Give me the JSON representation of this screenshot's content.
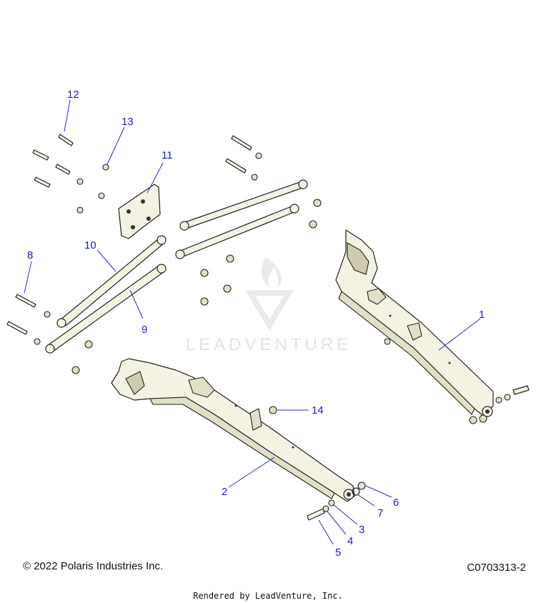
{
  "watermark": {
    "text": "LEADVENTURE"
  },
  "callouts": [
    {
      "id": "c1",
      "label": "1"
    },
    {
      "id": "c2",
      "label": "2"
    },
    {
      "id": "c3",
      "label": "3"
    },
    {
      "id": "c4",
      "label": "4"
    },
    {
      "id": "c5",
      "label": "5"
    },
    {
      "id": "c6",
      "label": "6"
    },
    {
      "id": "c7",
      "label": "7"
    },
    {
      "id": "c8",
      "label": "8"
    },
    {
      "id": "c9",
      "label": "9"
    },
    {
      "id": "c10",
      "label": "10"
    },
    {
      "id": "c11",
      "label": "11"
    },
    {
      "id": "c12",
      "label": "12"
    },
    {
      "id": "c13",
      "label": "13"
    },
    {
      "id": "c14",
      "label": "14"
    }
  ],
  "footer": {
    "copyright": "© 2022 Polaris Industries Inc.",
    "diagram_code": "C0703313-2",
    "rendered_by": "Rendered by LeadVenture, Inc."
  },
  "colors": {
    "callout": "#1a1ad6",
    "part_fill": "#f4f2e2"
  }
}
